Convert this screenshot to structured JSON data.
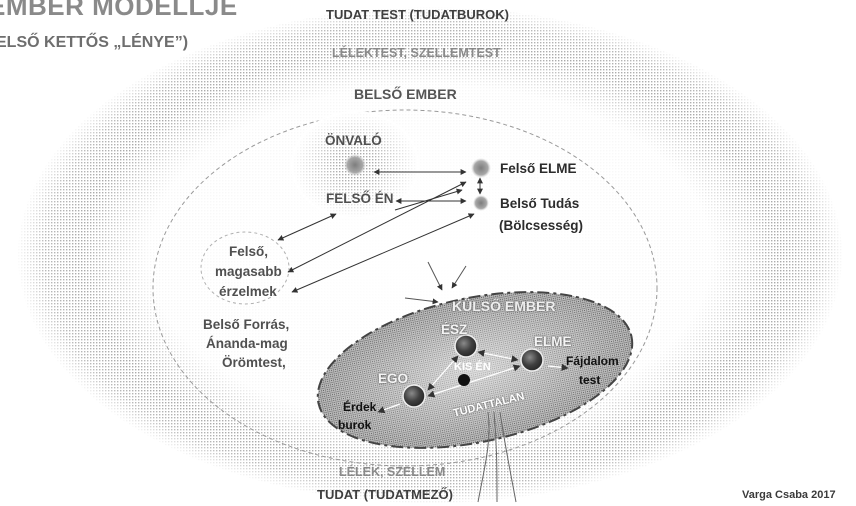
{
  "title": {
    "line1": "EMBER MODELLJE",
    "line2": "ELSŐ KETTŐS „LÉNYE”)"
  },
  "labels": {
    "tudat_test": "TUDAT TEST (TUDATBUROK)",
    "lelektest": "LÉLEKTEST, SZELLEMTEST",
    "belso_ember": "BELSŐ EMBER",
    "onvalo": "ÖNVALÓ",
    "felso_elme": "Felső ELME",
    "felso_en": "FELSŐ ÉN",
    "belso_tudas_1": "Belső Tudás",
    "belso_tudas_2": "(Bölcsesség)",
    "felso_erzelmek_1": "Felső,",
    "felso_erzelmek_2": "magasabb",
    "felso_erzelmek_3": "érzelmek",
    "belso_forras_1": "Belső Forrás,",
    "belso_forras_2": "Ánanda-mag",
    "belso_forras_3": "Örömtest,",
    "kulso_ember": "KÜLSŐ EMBER",
    "esz": "ÉSZ",
    "elme": "ELME",
    "kis_en": "KIS ÉN",
    "ego": "EGO",
    "fajdalom_1": "Fájdalom",
    "fajdalom_2": "test",
    "erdek_1": "Érdek",
    "erdek_2": "burok",
    "tudattalan": "TUDATTALAN",
    "lelek_szellem": "LÉLEK, SZELLEM",
    "tudat_mezo": "TUDAT (TUDATMEZŐ)"
  },
  "credit": "Varga Csaba 2017"
}
